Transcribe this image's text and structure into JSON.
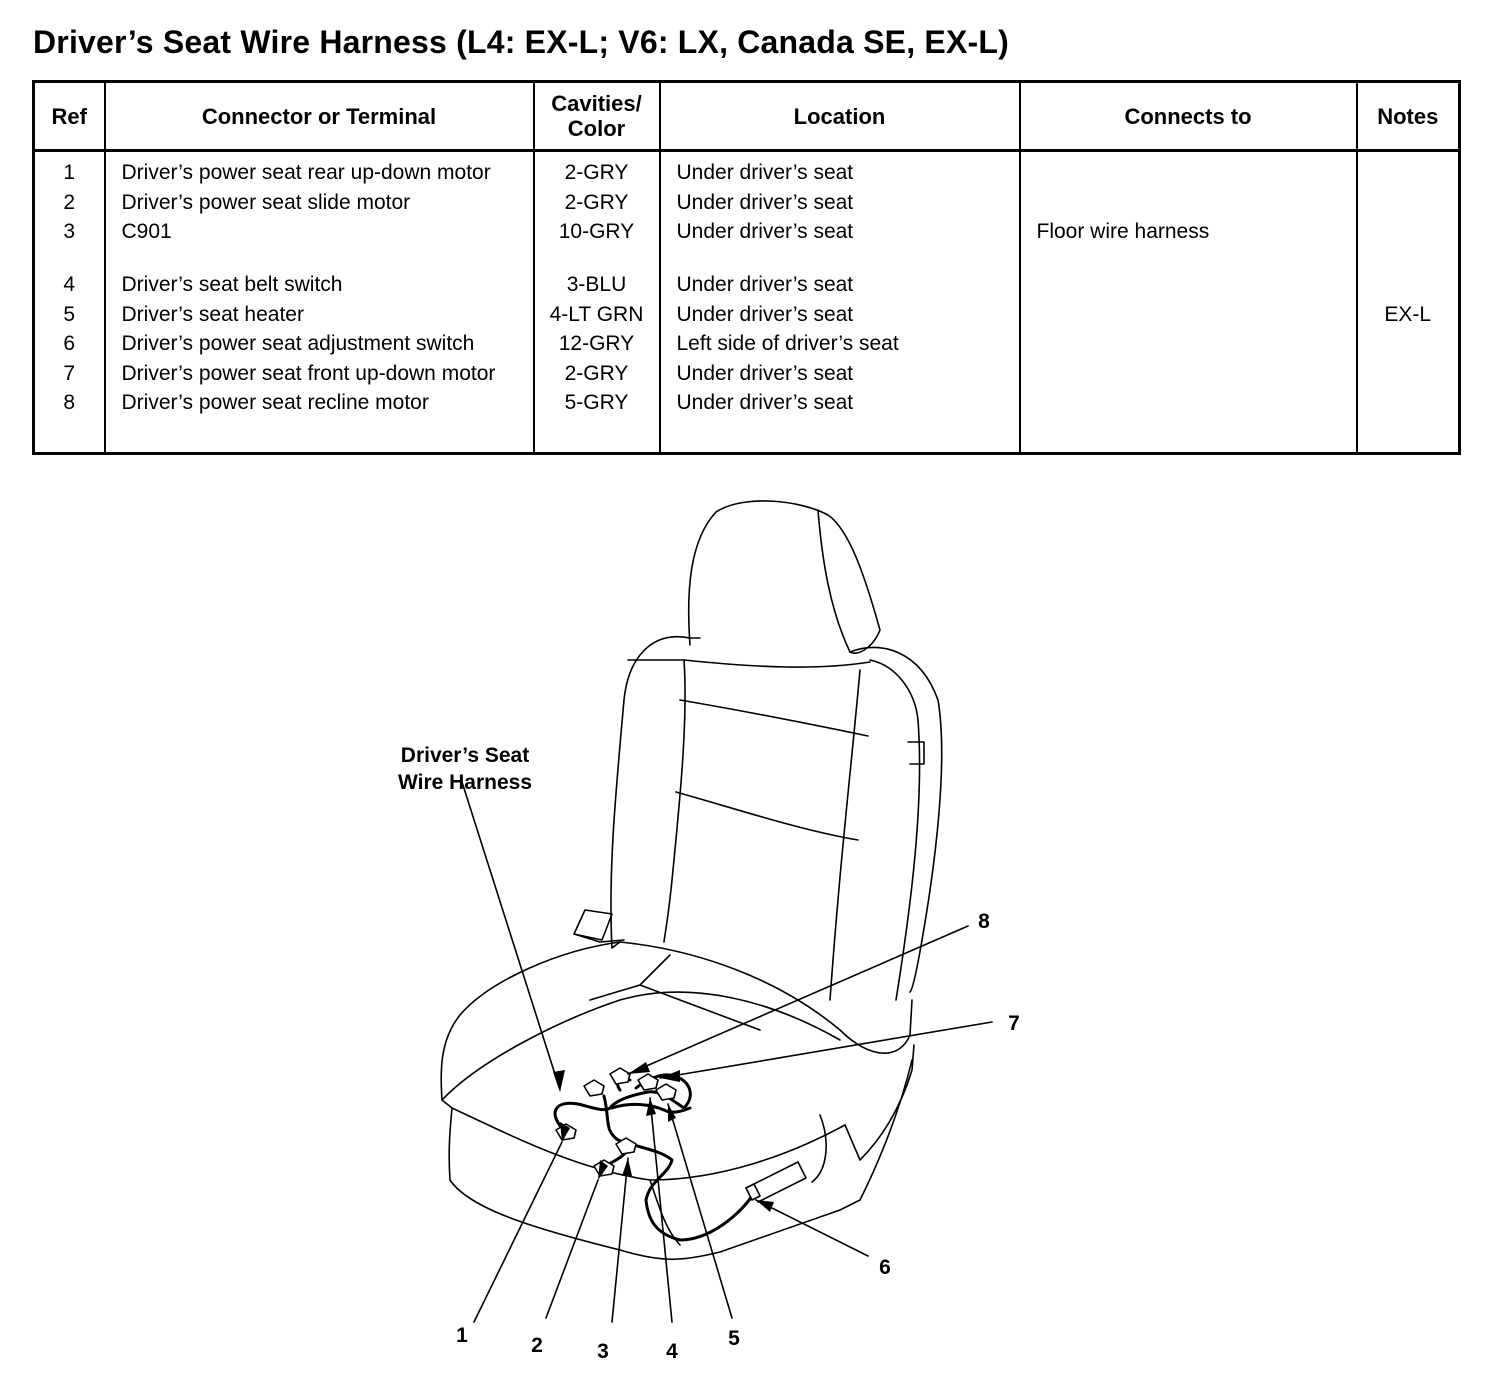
{
  "title": "Driver’s Seat Wire Harness (L4: EX-L; V6: LX, Canada SE, EX-L)",
  "table": {
    "headers": {
      "ref": "Ref",
      "connector": "Connector or Terminal",
      "cavities_line1": "Cavities/",
      "cavities_line2": "Color",
      "location": "Location",
      "connects_to": "Connects to",
      "notes": "Notes"
    },
    "rows": [
      {
        "ref": "1",
        "connector": "Driver’s power seat rear up-down motor",
        "cavities": "2-GRY",
        "location": "Under driver’s seat",
        "connects_to": "",
        "notes": ""
      },
      {
        "ref": "2",
        "connector": "Driver’s power seat slide motor",
        "cavities": "2-GRY",
        "location": "Under driver’s seat",
        "connects_to": "",
        "notes": ""
      },
      {
        "ref": "3",
        "connector": "C901",
        "cavities": "10-GRY",
        "location": "Under driver’s seat",
        "connects_to": "Floor wire harness",
        "notes": ""
      },
      {
        "ref": "4",
        "connector": "Driver’s seat belt switch",
        "cavities": "3-BLU",
        "location": "Under driver’s seat",
        "connects_to": "",
        "notes": ""
      },
      {
        "ref": "5",
        "connector": "Driver’s seat heater",
        "cavities": "4-LT GRN",
        "location": "Under driver’s seat",
        "connects_to": "",
        "notes": "EX-L"
      },
      {
        "ref": "6",
        "connector": "Driver’s power seat adjustment switch",
        "cavities": "12-GRY",
        "location": "Left side of driver’s seat",
        "connects_to": "",
        "notes": ""
      },
      {
        "ref": "7",
        "connector": "Driver’s power seat front up-down motor",
        "cavities": "2-GRY",
        "location": "Under driver’s seat",
        "connects_to": "",
        "notes": ""
      },
      {
        "ref": "8",
        "connector": "Driver’s power seat recline motor",
        "cavities": "5-GRY",
        "location": "Under driver’s seat",
        "connects_to": "",
        "notes": ""
      }
    ]
  },
  "diagram": {
    "harness_label_line1": "Driver’s Seat",
    "harness_label_line2": "Wire Harness",
    "callouts": [
      "1",
      "2",
      "3",
      "4",
      "5",
      "6",
      "7",
      "8"
    ]
  }
}
